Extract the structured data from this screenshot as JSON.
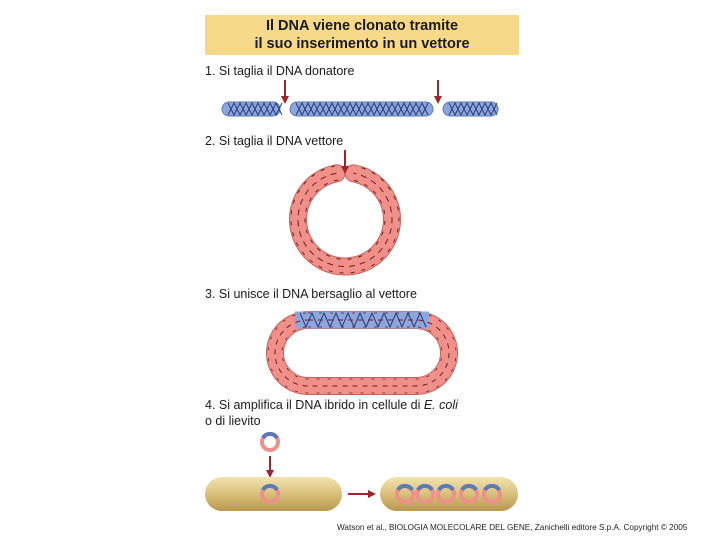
{
  "title": {
    "line1": "Il DNA viene clonato tramite",
    "line2": "il suo inserimento in un vettore"
  },
  "steps": {
    "s1": "1. Si taglia il DNA donatore",
    "s2": "2. Si taglia il DNA vettore",
    "s3": "3. Si unisce il DNA bersaglio al vettore",
    "s4_line1_prefix": "4. Si amplifica il DNA ibrido in cellule di ",
    "s4_line1_italic": "E. coli",
    "s4_line2": "o di lievito"
  },
  "credit": "Watson et al., BIOLOGIA MOLECOLARE DEL GENE,  Zanichelli editore S.p.A. Copyright © 2005",
  "colors": {
    "title_bg": "#f7d98a",
    "donor_dna": "#8ea6dc",
    "vector_dna": "#f0908a",
    "arrow": "#a0242a",
    "cell": "#d9c07a"
  }
}
